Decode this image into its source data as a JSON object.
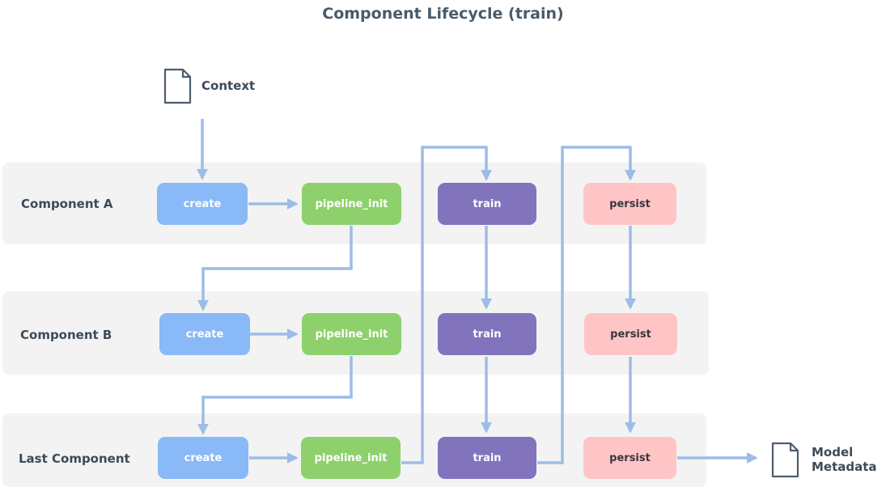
{
  "title": "Component Lifecycle (train)",
  "inputs": {
    "context": "Context"
  },
  "outputs": {
    "model_metadata_line1": "Model",
    "model_metadata_line2": "Metadata"
  },
  "rows": [
    {
      "label": "Component A",
      "nodes": [
        "create",
        "pipeline_init",
        "train",
        "persist"
      ]
    },
    {
      "label": "Component B",
      "nodes": [
        "create",
        "pipeline_init",
        "train",
        "persist"
      ]
    },
    {
      "label": "Last Component",
      "nodes": [
        "create",
        "pipeline_init",
        "train",
        "persist"
      ]
    }
  ],
  "colors": {
    "create": "#89b9f7",
    "pipeline_init": "#8ed16c",
    "train": "#8273bd",
    "persist": "#ffc5c6",
    "arrow": "#9dbce6",
    "band": "#f3f3f3"
  }
}
